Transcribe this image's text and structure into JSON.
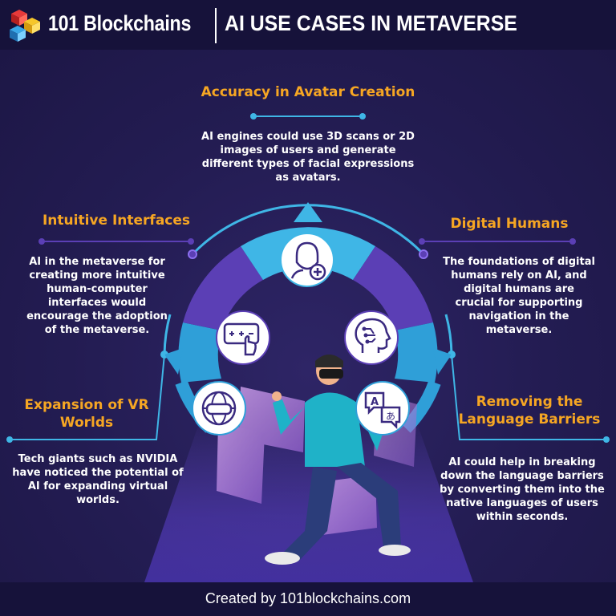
{
  "header": {
    "brand": "101 Blockchains",
    "title": "AI USE CASES IN METAVERSE"
  },
  "sections": {
    "avatar": {
      "heading": "Accuracy in Avatar Creation",
      "lines": [
        "AI engines could use 3D scans or 2D",
        "images of users and generate",
        "different types of facial expressions",
        "as avatars."
      ]
    },
    "interfaces": {
      "heading": "Intuitive Interfaces",
      "lines": [
        "AI in the metaverse for",
        "creating more intuitive",
        "human-computer",
        "interfaces would",
        "encourage the adoption",
        "of the metaverse."
      ]
    },
    "digital_humans": {
      "heading": "Digital Humans",
      "lines": [
        "The foundations of digital",
        "humans rely on AI, and",
        "digital humans are",
        "crucial for supporting",
        "navigation in the",
        "metaverse."
      ]
    },
    "vr_worlds": {
      "heading_lines": [
        "Expansion of VR",
        "Worlds"
      ],
      "lines": [
        "Tech giants such as NVIDIA",
        "have noticed the potential of",
        "AI for expanding virtual",
        "worlds."
      ]
    },
    "language": {
      "heading_lines": [
        "Removing the",
        "Language Barriers"
      ],
      "lines": [
        "AI could help in breaking",
        "down the language barriers",
        "by converting them into the",
        "native languages of users",
        "within seconds."
      ]
    }
  },
  "icons": [
    "avatar-plus-icon",
    "ai-brain-icon",
    "translate-icon",
    "interface-touch-icon",
    "vr-globe-icon"
  ],
  "footer": {
    "text": "Created by 101blockchains.com"
  },
  "colors": {
    "background": "#211a4d",
    "header": "#16123a",
    "heading": "#f6a623",
    "accent_cyan": "#3fb6e6",
    "ring_purple": "#5b3fb5",
    "ring_blue": "#2f9fd8"
  }
}
